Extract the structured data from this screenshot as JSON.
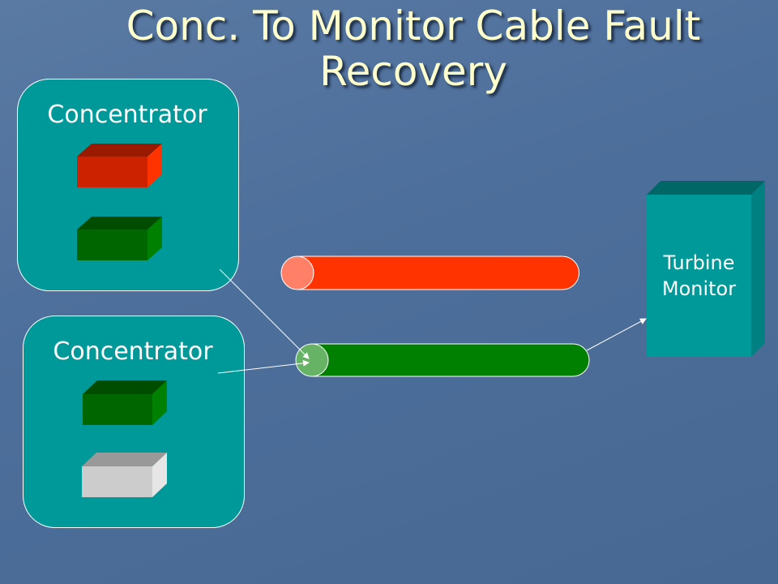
{
  "slide": {
    "title_line1": "Conc. To Monitor Cable Fault",
    "title_line2": "Recovery"
  },
  "concentrator_top": {
    "label": "Concentrator"
  },
  "concentrator_bottom": {
    "label": "Concentrator"
  },
  "monitor": {
    "label_line1": "Turbine",
    "label_line2": "Monitor"
  },
  "colors": {
    "background": "#4d6f9b",
    "title": "#ffffcc",
    "concentrator_fill": "#009999",
    "monitor_fill": "#009999",
    "red_block": "#cc2200",
    "green_block": "#006600",
    "gray_block": "#cccccc",
    "red_cable": "#ff3300",
    "green_cable": "#008000"
  }
}
